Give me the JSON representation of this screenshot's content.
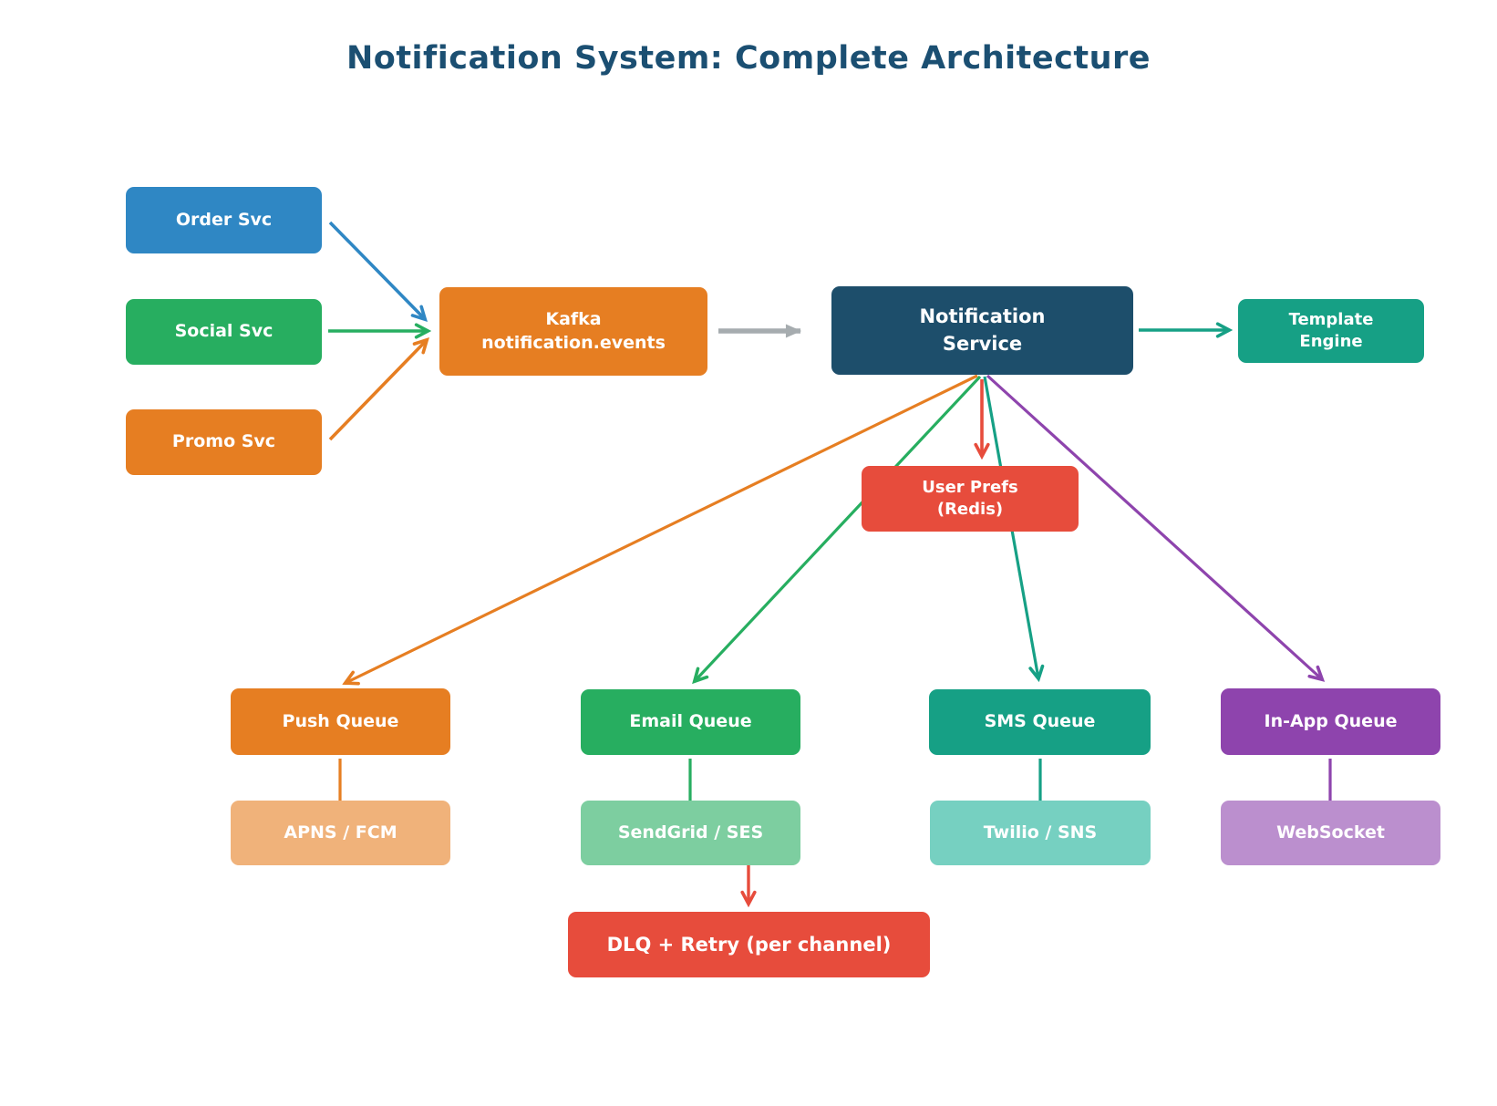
{
  "title": "Notification System: Complete Architecture",
  "palette": {
    "title": "#1b4f72",
    "blue": "#2f87c4",
    "green": "#27ae60",
    "orange": "#e67e22",
    "teal": "#16a085",
    "red": "#e74c3c",
    "purple": "#8e44ad",
    "gray": "#a6acaf",
    "navy": "#1d4e6b",
    "box_text": "#ffffff"
  },
  "nodes": {
    "order_svc": {
      "label": "Order Svc",
      "color": "#2f87c4"
    },
    "social_svc": {
      "label": "Social Svc",
      "color": "#27ae60"
    },
    "promo_svc": {
      "label": "Promo Svc",
      "color": "#e67e22"
    },
    "kafka": {
      "label_line1": "Kafka",
      "label_line2": "notification.events",
      "color": "#e67e22"
    },
    "notification_service": {
      "label_line1": "Notification",
      "label_line2": "Service",
      "color": "#1d4e6b"
    },
    "template_engine": {
      "label_line1": "Template",
      "label_line2": "Engine",
      "color": "#16a085"
    },
    "user_prefs": {
      "label_line1": "User Prefs",
      "label_line2": "(Redis)",
      "color": "#e74c3c"
    },
    "push_queue": {
      "label": "Push Queue",
      "color": "#e67e22"
    },
    "email_queue": {
      "label": "Email Queue",
      "color": "#27ae60"
    },
    "sms_queue": {
      "label": "SMS Queue",
      "color": "#16a085"
    },
    "in_app_queue": {
      "label": "In-App Queue",
      "color": "#8e44ad"
    },
    "apns_fcm": {
      "label": "APNS / FCM",
      "color": "#f0b27a"
    },
    "sendgrid_ses": {
      "label": "SendGrid / SES",
      "color": "#7dcea0"
    },
    "twilio_sns": {
      "label": "Twilio / SNS",
      "color": "#76d0c1"
    },
    "websocket": {
      "label": "WebSocket",
      "color": "#bb8fce"
    },
    "dlq_retry": {
      "label": "DLQ + Retry (per channel)",
      "color": "#e74c3c"
    }
  },
  "edges": [
    {
      "from": "order_svc",
      "to": "kafka",
      "color": "blue"
    },
    {
      "from": "social_svc",
      "to": "kafka",
      "color": "green"
    },
    {
      "from": "promo_svc",
      "to": "kafka",
      "color": "orange"
    },
    {
      "from": "kafka",
      "to": "notification_service",
      "color": "gray"
    },
    {
      "from": "notification_service",
      "to": "template_engine",
      "color": "teal"
    },
    {
      "from": "notification_service",
      "to": "user_prefs",
      "color": "red"
    },
    {
      "from": "notification_service",
      "to": "push_queue",
      "color": "orange"
    },
    {
      "from": "notification_service",
      "to": "email_queue",
      "color": "green"
    },
    {
      "from": "notification_service",
      "to": "sms_queue",
      "color": "teal"
    },
    {
      "from": "notification_service",
      "to": "in_app_queue",
      "color": "purple"
    },
    {
      "from": "push_queue",
      "to": "apns_fcm",
      "color": "orange"
    },
    {
      "from": "email_queue",
      "to": "sendgrid_ses",
      "color": "green"
    },
    {
      "from": "sms_queue",
      "to": "twilio_sns",
      "color": "teal"
    },
    {
      "from": "in_app_queue",
      "to": "websocket",
      "color": "purple"
    },
    {
      "from": "sendgrid_ses",
      "to": "dlq_retry",
      "color": "red"
    }
  ]
}
